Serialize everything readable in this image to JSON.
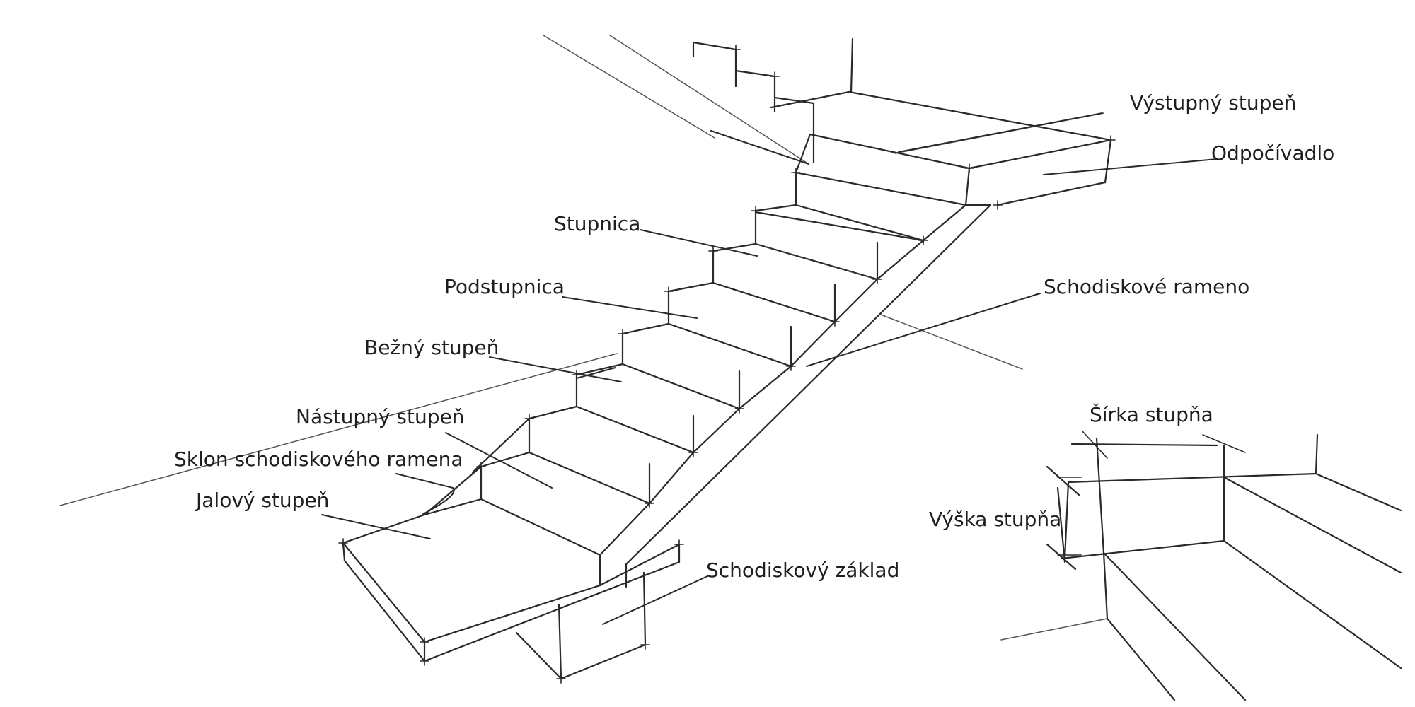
{
  "labels": {
    "vystupny_stupen": "Výstupný stupeň",
    "odpocivadlo": "Odpočívadlo",
    "stupnica": "Stupnica",
    "podstupnica": "Podstupnica",
    "schodiskove_rameno": "Schodiskové rameno",
    "bezny_stupen": "Bežný stupeň",
    "nastupny_stupen": "Nástupný stupeň",
    "sklon_schodiskoveho_ramena": "Sklon schodiskového ramena",
    "jalovy_stupen": "Jalový stupeň",
    "schodiskovy_zaklad": "Schodiskový základ",
    "sirka_stupna": "Šírka stupňa",
    "vyska_stupna": "Výška stupňa"
  },
  "colors": {
    "ink": "#2a2a2a",
    "text": "#1e1e1e",
    "background": "#ffffff"
  }
}
